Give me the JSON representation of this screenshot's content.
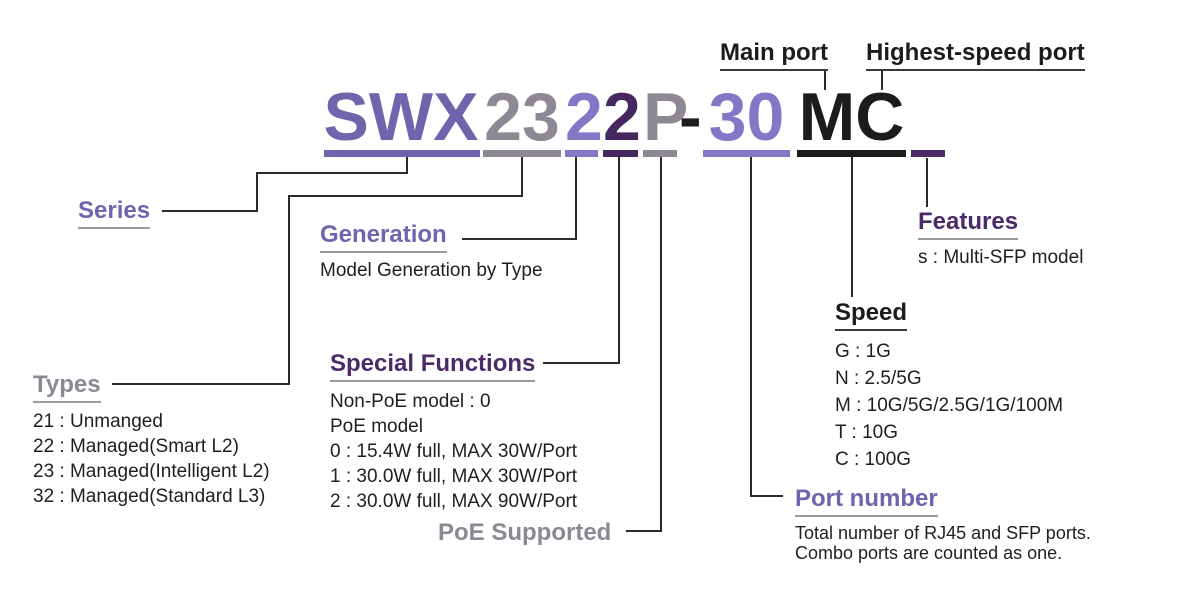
{
  "colors": {
    "purple": "#7263ad",
    "purple_light": "#8577c6",
    "purple_dark": "#44285f",
    "purple_deep": "#4b2b67",
    "gray": "#8d8894",
    "black": "#1c1c1c",
    "connector_line": "#2b2b2b",
    "underline_gray": "#9b9b9b"
  },
  "model": {
    "code": "SWX2322P-30MC",
    "segments": [
      {
        "text": "SWX",
        "color": "#7263ad"
      },
      {
        "text": "23",
        "color": "#8d8894"
      },
      {
        "text": "2",
        "color": "#8577c6"
      },
      {
        "text": "2",
        "color": "#44285f"
      },
      {
        "text": "P",
        "color": "#8d8894"
      },
      {
        "text": "-",
        "color": "#1c1c1c"
      },
      {
        "text": "30",
        "color": "#8577c6"
      },
      {
        "text": "MC",
        "color": "#1c1c1c"
      },
      {
        "text": "",
        "color": "#4b2b67"
      }
    ]
  },
  "sections": {
    "series": {
      "title": "Series"
    },
    "generation": {
      "title": "Generation",
      "desc": "Model Generation by Type"
    },
    "types": {
      "title": "Types",
      "items": [
        "21 : Unmanged",
        "22 : Managed(Smart L2)",
        "23 : Managed(Intelligent L2)",
        "32 : Managed(Standard L3)"
      ]
    },
    "special_functions": {
      "title": "Special Functions",
      "items": [
        "Non-PoE model : 0",
        "PoE model",
        "0 : 15.4W full, MAX 30W/Port",
        "1 : 30.0W full, MAX 30W/Port",
        "2 : 30.0W full, MAX 90W/Port"
      ]
    },
    "poe_supported": {
      "title": "PoE Supported"
    },
    "main_port": {
      "title": "Main port"
    },
    "highest_speed_port": {
      "title": "Highest-speed port"
    },
    "speed": {
      "title": "Speed",
      "items": [
        "G : 1G",
        "N : 2.5/5G",
        "M : 10G/5G/2.5G/1G/100M",
        "T : 10G",
        "C : 100G"
      ]
    },
    "port_number": {
      "title": "Port number",
      "desc_lines": [
        "Total number of RJ45 and SFP ports.",
        "Combo ports are counted as one."
      ]
    },
    "features": {
      "title": "Features",
      "desc": "s : Multi-SFP model"
    }
  }
}
